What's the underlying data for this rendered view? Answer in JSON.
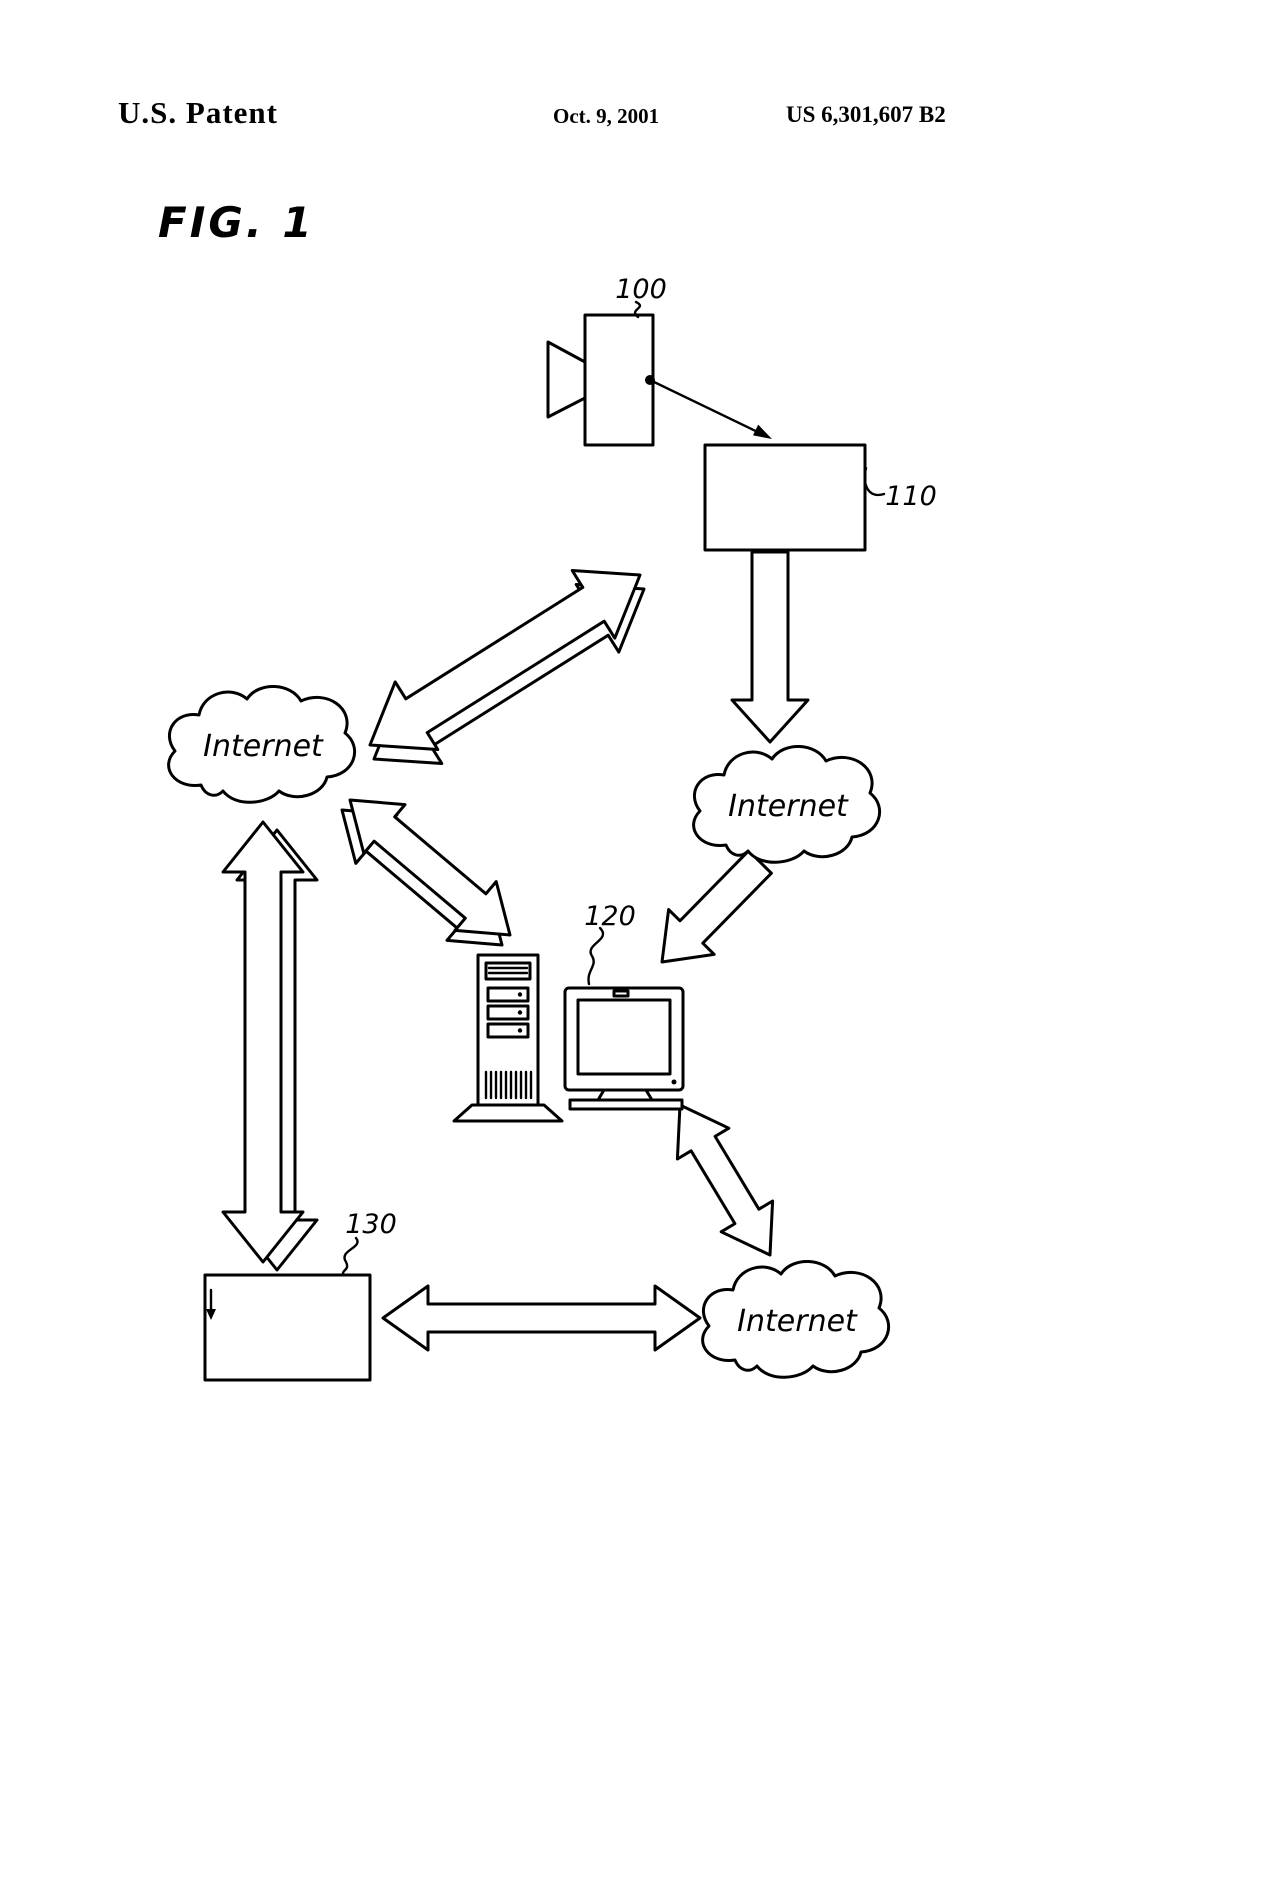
{
  "header": {
    "title": "U.S. Patent",
    "date": "Oct. 9, 2001",
    "patent_number": "US 6,301,607 B2"
  },
  "figure": {
    "label": "FIG. 1"
  },
  "diagram": {
    "refs": {
      "camera": "100",
      "receiver": "110",
      "computer": "120",
      "storage": "130"
    },
    "clouds": {
      "left": "Internet",
      "right": "Internet",
      "bottom": "Internet"
    }
  }
}
